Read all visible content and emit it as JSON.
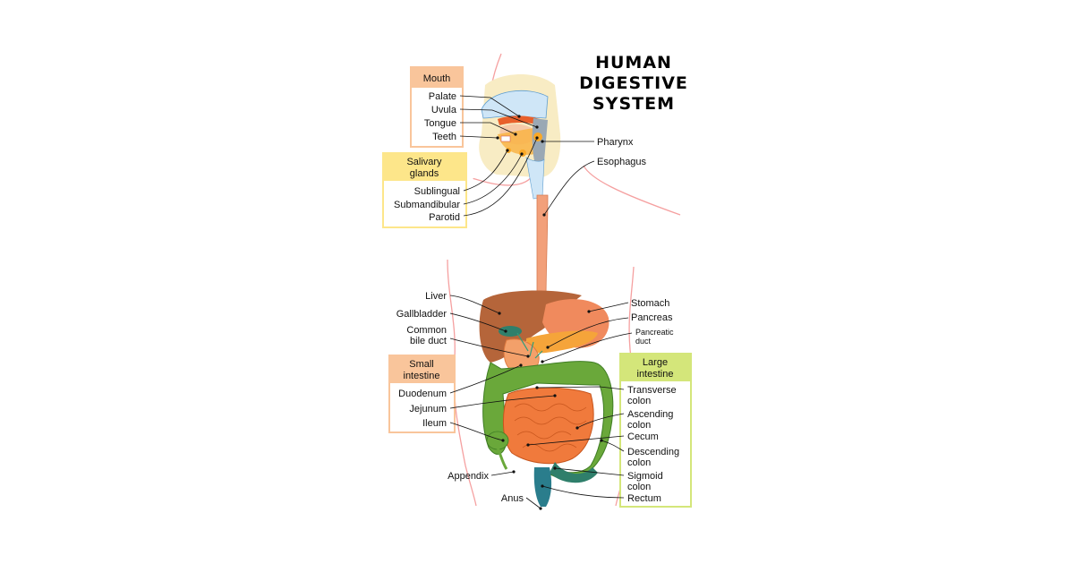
{
  "title": {
    "line1": "HUMAN",
    "line2": "DIGESTIVE",
    "line3": "SYSTEM"
  },
  "colors": {
    "mouth_header": "#f9c59b",
    "salivary_header": "#fde68a",
    "small_intestine_header": "#f9c59b",
    "large_intestine_header": "#d4e67a",
    "liver": "#b5653a",
    "stomach": "#f08a5d",
    "small_intestine": "#f07a3c",
    "large_intestine": "#6aa83a",
    "rectum": "#2a7d8c",
    "esophagus": "#f2a07a",
    "body_outline": "#f5a0a0"
  },
  "groups": {
    "mouth": {
      "header": "Mouth",
      "items": [
        "Palate",
        "Uvula",
        "Tongue",
        "Teeth"
      ]
    },
    "salivary": {
      "header_line1": "Salivary",
      "header_line2": "glands",
      "items": [
        "Sublingual",
        "Submandibular",
        "Parotid"
      ]
    },
    "small_intestine": {
      "header_line1": "Small",
      "header_line2": "intestine",
      "items": [
        "Duodenum",
        "Jejunum",
        "Ileum"
      ]
    },
    "large_intestine": {
      "header_line1": "Large",
      "header_line2": "intestine",
      "items": {
        "transverse_1": "Transverse",
        "transverse_2": "colon",
        "ascending_1": "Ascending",
        "ascending_2": "colon",
        "cecum": "Cecum",
        "descending_1": "Descending",
        "descending_2": "colon",
        "sigmoid_1": "Sigmoid",
        "sigmoid_2": "colon",
        "rectum": "Rectum"
      }
    }
  },
  "labels": {
    "pharynx": "Pharynx",
    "esophagus": "Esophagus",
    "liver": "Liver",
    "gallbladder": "Gallbladder",
    "common_bile_duct_1": "Common",
    "common_bile_duct_2": "bile duct",
    "stomach": "Stomach",
    "pancreas": "Pancreas",
    "pancreatic_duct_1": "Pancreatic",
    "pancreatic_duct_2": "duct",
    "appendix": "Appendix",
    "anus": "Anus"
  }
}
